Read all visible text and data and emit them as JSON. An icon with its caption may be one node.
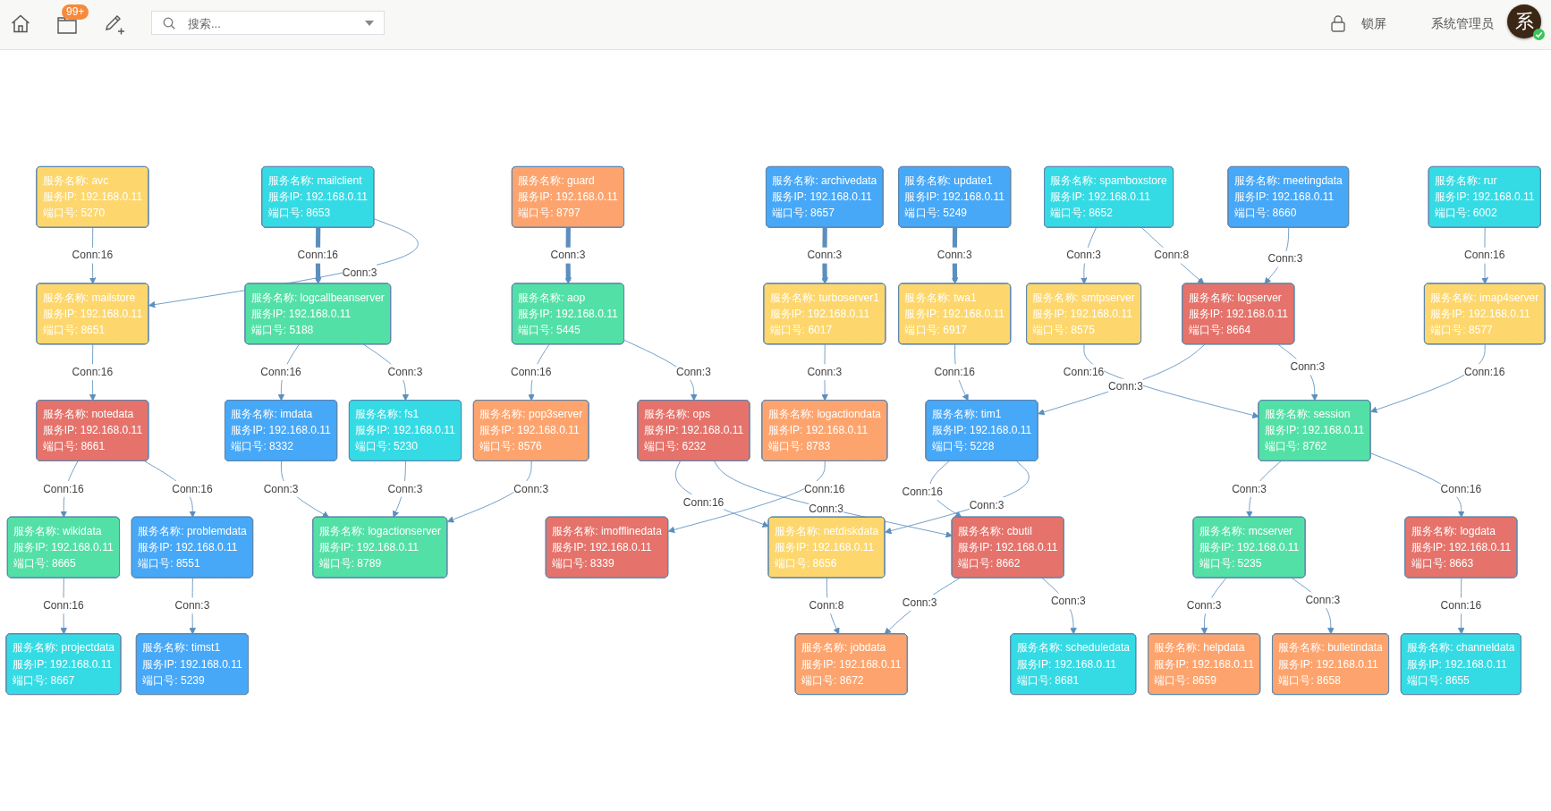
{
  "diagram": {
    "nodes": [
      {
        "text": [
          "服务名称: wikidata",
          "服务IP: 192.168.0.11",
          "端口号: 8665"
        ]
      },
      {
        "text": [
          "服务名称: notedata",
          "服务IP: 192.168.0.11",
          "端口号: 8661"
        ]
      },
      {
        "text": [
          "服务名称: pop3server",
          "服务IP: 192.168.0.11",
          "端口号: 8576"
        ]
      },
      {
        "text": [
          "服务名称: logactionserver",
          "服务IP: 192.168.0.11",
          "端口号: 8789"
        ]
      },
      {
        "text": [
          "服务名称: problemdata",
          "服务IP: 192.168.0.11",
          "端口号: 8551"
        ]
      },
      {
        "text": [
          "服务名称: mailstore",
          "服务IP: 192.168.0.11",
          "端口号: 8651"
        ]
      },
      {
        "text": [
          "服务名称: fs1",
          "服务IP: 192.168.0.11",
          "端口号: 5230"
        ]
      },
      {
        "text": [
          "服务名称: timst1",
          "服务IP: 192.168.0.11",
          "端口号: 5239"
        ]
      },
      {
        "text": [
          "服务名称: avc",
          "服务IP: 192.168.0.11",
          "端口号: 5270"
        ]
      },
      {
        "text": [
          "服务名称: mailclient",
          "服务IP: 192.168.0.11",
          "端口号: 8653"
        ]
      },
      {
        "text": [
          "服务名称: imdata",
          "服务IP: 192.168.0.11",
          "端口号: 8332"
        ]
      },
      {
        "text": [
          "服务名称: imofflinedata",
          "服务IP: 192.168.0.11",
          "端口号: 8339"
        ]
      },
      {
        "text": [
          "服务名称: logactiondata",
          "服务IP: 192.168.0.11",
          "端口号: 8783"
        ]
      },
      {
        "text": [
          "服务名称: logcallbeanserver",
          "服务IP: 192.168.0.11",
          "端口号: 5188"
        ]
      },
      {
        "text": [
          "服务名称: logdata",
          "服务IP: 192.168.0.11",
          "端口号: 8663"
        ]
      },
      {
        "text": [
          "服务名称: guard",
          "服务IP: 192.168.0.11",
          "端口号: 8797"
        ]
      },
      {
        "text": [
          "服务名称: aop",
          "服务IP: 192.168.0.11",
          "端口号: 5445"
        ]
      },
      {
        "text": [
          "服务名称: ops",
          "服务IP: 192.168.0.11",
          "端口号: 6232"
        ]
      },
      {
        "text": [
          "服务名称: smtpserver",
          "服务IP: 192.168.0.11",
          "端口号: 8575"
        ]
      },
      {
        "text": [
          "服务名称: spamboxstore",
          "服务IP: 192.168.0.11",
          "端口号: 8652"
        ]
      },
      {
        "text": [
          "服务名称: tim1",
          "服务IP: 192.168.0.11",
          "端口号: 5228"
        ]
      },
      {
        "text": [
          "服务名称: imap4server",
          "服务IP: 192.168.0.11",
          "端口号: 8577"
        ]
      },
      {
        "text": [
          "服务名称: rur",
          "服务IP: 192.168.0.11",
          "端口号: 6002"
        ]
      },
      {
        "text": [
          "服务名称: meetingdata",
          "服务IP: 192.168.0.11",
          "端口号: 8660"
        ]
      },
      {
        "text": [
          "服务名称: netdiskdata",
          "服务IP: 192.168.0.11",
          "端口号: 8656"
        ]
      },
      {
        "text": [
          "服务名称: helpdata",
          "服务IP: 192.168.0.11",
          "端口号: 8659"
        ]
      },
      {
        "text": [
          "服务名称: mcserver",
          "服务IP: 192.168.0.11",
          "端口号: 5235"
        ]
      },
      {
        "text": [
          "服务名称: cbutil",
          "服务IP: 192.168.0.11",
          "端口号: 8662"
        ]
      },
      {
        "text": [
          "服务名称: bulletindata",
          "服务IP: 192.168.0.11",
          "端口号: 8658"
        ]
      },
      {
        "text": [
          "服务名称: session",
          "服务IP: 192.168.0.11",
          "端口号: 8762"
        ]
      },
      {
        "text": [
          "服务名称: logserver",
          "服务IP: 192.168.0.11",
          "端口号: 8664"
        ]
      },
      {
        "text": [
          "服务名称: jobdata",
          "服务IP: 192.168.0.11",
          "端口号: 8672"
        ]
      },
      {
        "text": [
          "服务名称: channeldata",
          "服务IP: 192.168.0.11",
          "端口号: 8655"
        ]
      },
      {
        "text": [
          "服务名称: update1",
          "服务IP: 192.168.0.11",
          "端口号: 5249"
        ]
      },
      {
        "text": [
          "服务名称: twa1",
          "服务IP: 192.168.0.11",
          "端口号: 6917"
        ]
      },
      {
        "text": [
          "服务名称: projectdata",
          "服务IP: 192.168.0.11",
          "端口号: 8667"
        ]
      },
      {
        "text": [
          "服务名称: archivedata",
          "服务IP: 192.168.0.11",
          "端口号: 8657"
        ]
      },
      {
        "text": [
          "服务名称: turboserver1",
          "服务IP: 192.168.0.11",
          "端口号: 6017"
        ]
      },
      {
        "text": [
          "服务名称: scheduledata",
          "服务IP: 192.168.0.11",
          "端口号: 8681"
        ]
      }
    ],
    "edges": [
      {
        "from": 15,
        "to": 16,
        "arrow": "to",
        "label": "Conn:3",
        "style": "thick"
      },
      {
        "from": 9,
        "to": 13,
        "arrow": "to",
        "label": "Conn:16",
        "style": "thick"
      },
      {
        "from": 9,
        "to": 5,
        "arrow": "to",
        "label": "Conn:3"
      },
      {
        "from": 8,
        "to": 5,
        "arrow": "to",
        "label": "Conn:16"
      },
      {
        "from": 33,
        "to": 34,
        "arrow": "to",
        "label": "Conn:3",
        "style": "thick"
      },
      {
        "from": 36,
        "to": 37,
        "arrow": "to",
        "label": "Conn:3",
        "style": "thick"
      },
      {
        "from": 23,
        "to": 30,
        "arrow": "to",
        "label": "Conn:3"
      },
      {
        "from": 19,
        "to": 18,
        "arrow": "to",
        "label": "Conn:3"
      },
      {
        "from": 19,
        "to": 30,
        "arrow": "to",
        "label": "Conn:8"
      },
      {
        "from": 22,
        "to": 21,
        "arrow": "to",
        "label": "Conn:16"
      },
      {
        "from": 16,
        "to": 2,
        "arrow": "to",
        "label": "Conn:16"
      },
      {
        "from": 16,
        "to": 17,
        "arrow": "to",
        "label": "Conn:3"
      },
      {
        "from": 13,
        "to": 10,
        "arrow": "to",
        "label": "Conn:16"
      },
      {
        "from": 13,
        "to": 6,
        "arrow": "to",
        "label": "Conn:3"
      },
      {
        "from": 34,
        "to": 20,
        "arrow": "to",
        "label": "Conn:16"
      },
      {
        "from": 37,
        "to": 12,
        "arrow": "to",
        "label": "Conn:3"
      },
      {
        "from": 30,
        "to": 20,
        "arrow": "to",
        "label": "Conn:3"
      },
      {
        "from": 18,
        "to": 29,
        "arrow": "to",
        "label": "Conn:16"
      },
      {
        "from": 21,
        "to": 29,
        "arrow": "to",
        "label": "Conn:16"
      },
      {
        "from": 5,
        "to": 1,
        "arrow": "to",
        "label": "Conn:16"
      },
      {
        "from": 30,
        "to": 29,
        "arrow": "to",
        "label": "Conn:3"
      },
      {
        "from": 29,
        "to": 26,
        "arrow": "to",
        "label": "Conn:3"
      },
      {
        "from": 20,
        "to": 27,
        "arrow": "to",
        "label": "Conn:16"
      },
      {
        "from": 20,
        "to": 24,
        "arrow": "to",
        "label": "Conn:3"
      },
      {
        "from": 2,
        "to": 3,
        "arrow": "to",
        "label": "Conn:3"
      },
      {
        "from": 10,
        "to": 3,
        "arrow": "to",
        "label": "Conn:3"
      },
      {
        "from": 1,
        "to": 0,
        "arrow": "to",
        "label": "Conn:16"
      },
      {
        "from": 17,
        "to": 24,
        "arrow": "to",
        "label": "Conn:16"
      },
      {
        "from": 6,
        "to": 3,
        "arrow": "to",
        "label": "Conn:3"
      },
      {
        "from": 12,
        "to": 11,
        "arrow": "to",
        "label": "Conn:16"
      },
      {
        "from": 29,
        "to": 14,
        "arrow": "to",
        "label": "Conn:16"
      },
      {
        "from": 1,
        "to": 4,
        "arrow": "to",
        "label": "Conn:16"
      },
      {
        "from": 17,
        "to": 27,
        "arrow": "to",
        "label": "Conn:3"
      },
      {
        "from": 27,
        "to": 31,
        "arrow": "to",
        "label": "Conn:3"
      },
      {
        "from": 24,
        "to": 31,
        "arrow": "to",
        "label": "Conn:8"
      },
      {
        "from": 27,
        "to": 38,
        "arrow": "to",
        "label": "Conn:3"
      },
      {
        "from": 26,
        "to": 25,
        "arrow": "to",
        "label": "Conn:3"
      },
      {
        "from": 26,
        "to": 28,
        "arrow": "to",
        "label": "Conn:3"
      },
      {
        "from": 14,
        "to": 32,
        "arrow": "to",
        "label": "Conn:16"
      },
      {
        "from": 0,
        "to": 35,
        "arrow": "to",
        "label": "Conn:16"
      },
      {
        "from": 4,
        "to": 7,
        "arrow": "to",
        "label": "Conn:3"
      }
    ],
    "labels": [
      "99+",
      "搜索...",
      "锁屏",
      "系统管理员",
      "系"
    ]
  }
}
